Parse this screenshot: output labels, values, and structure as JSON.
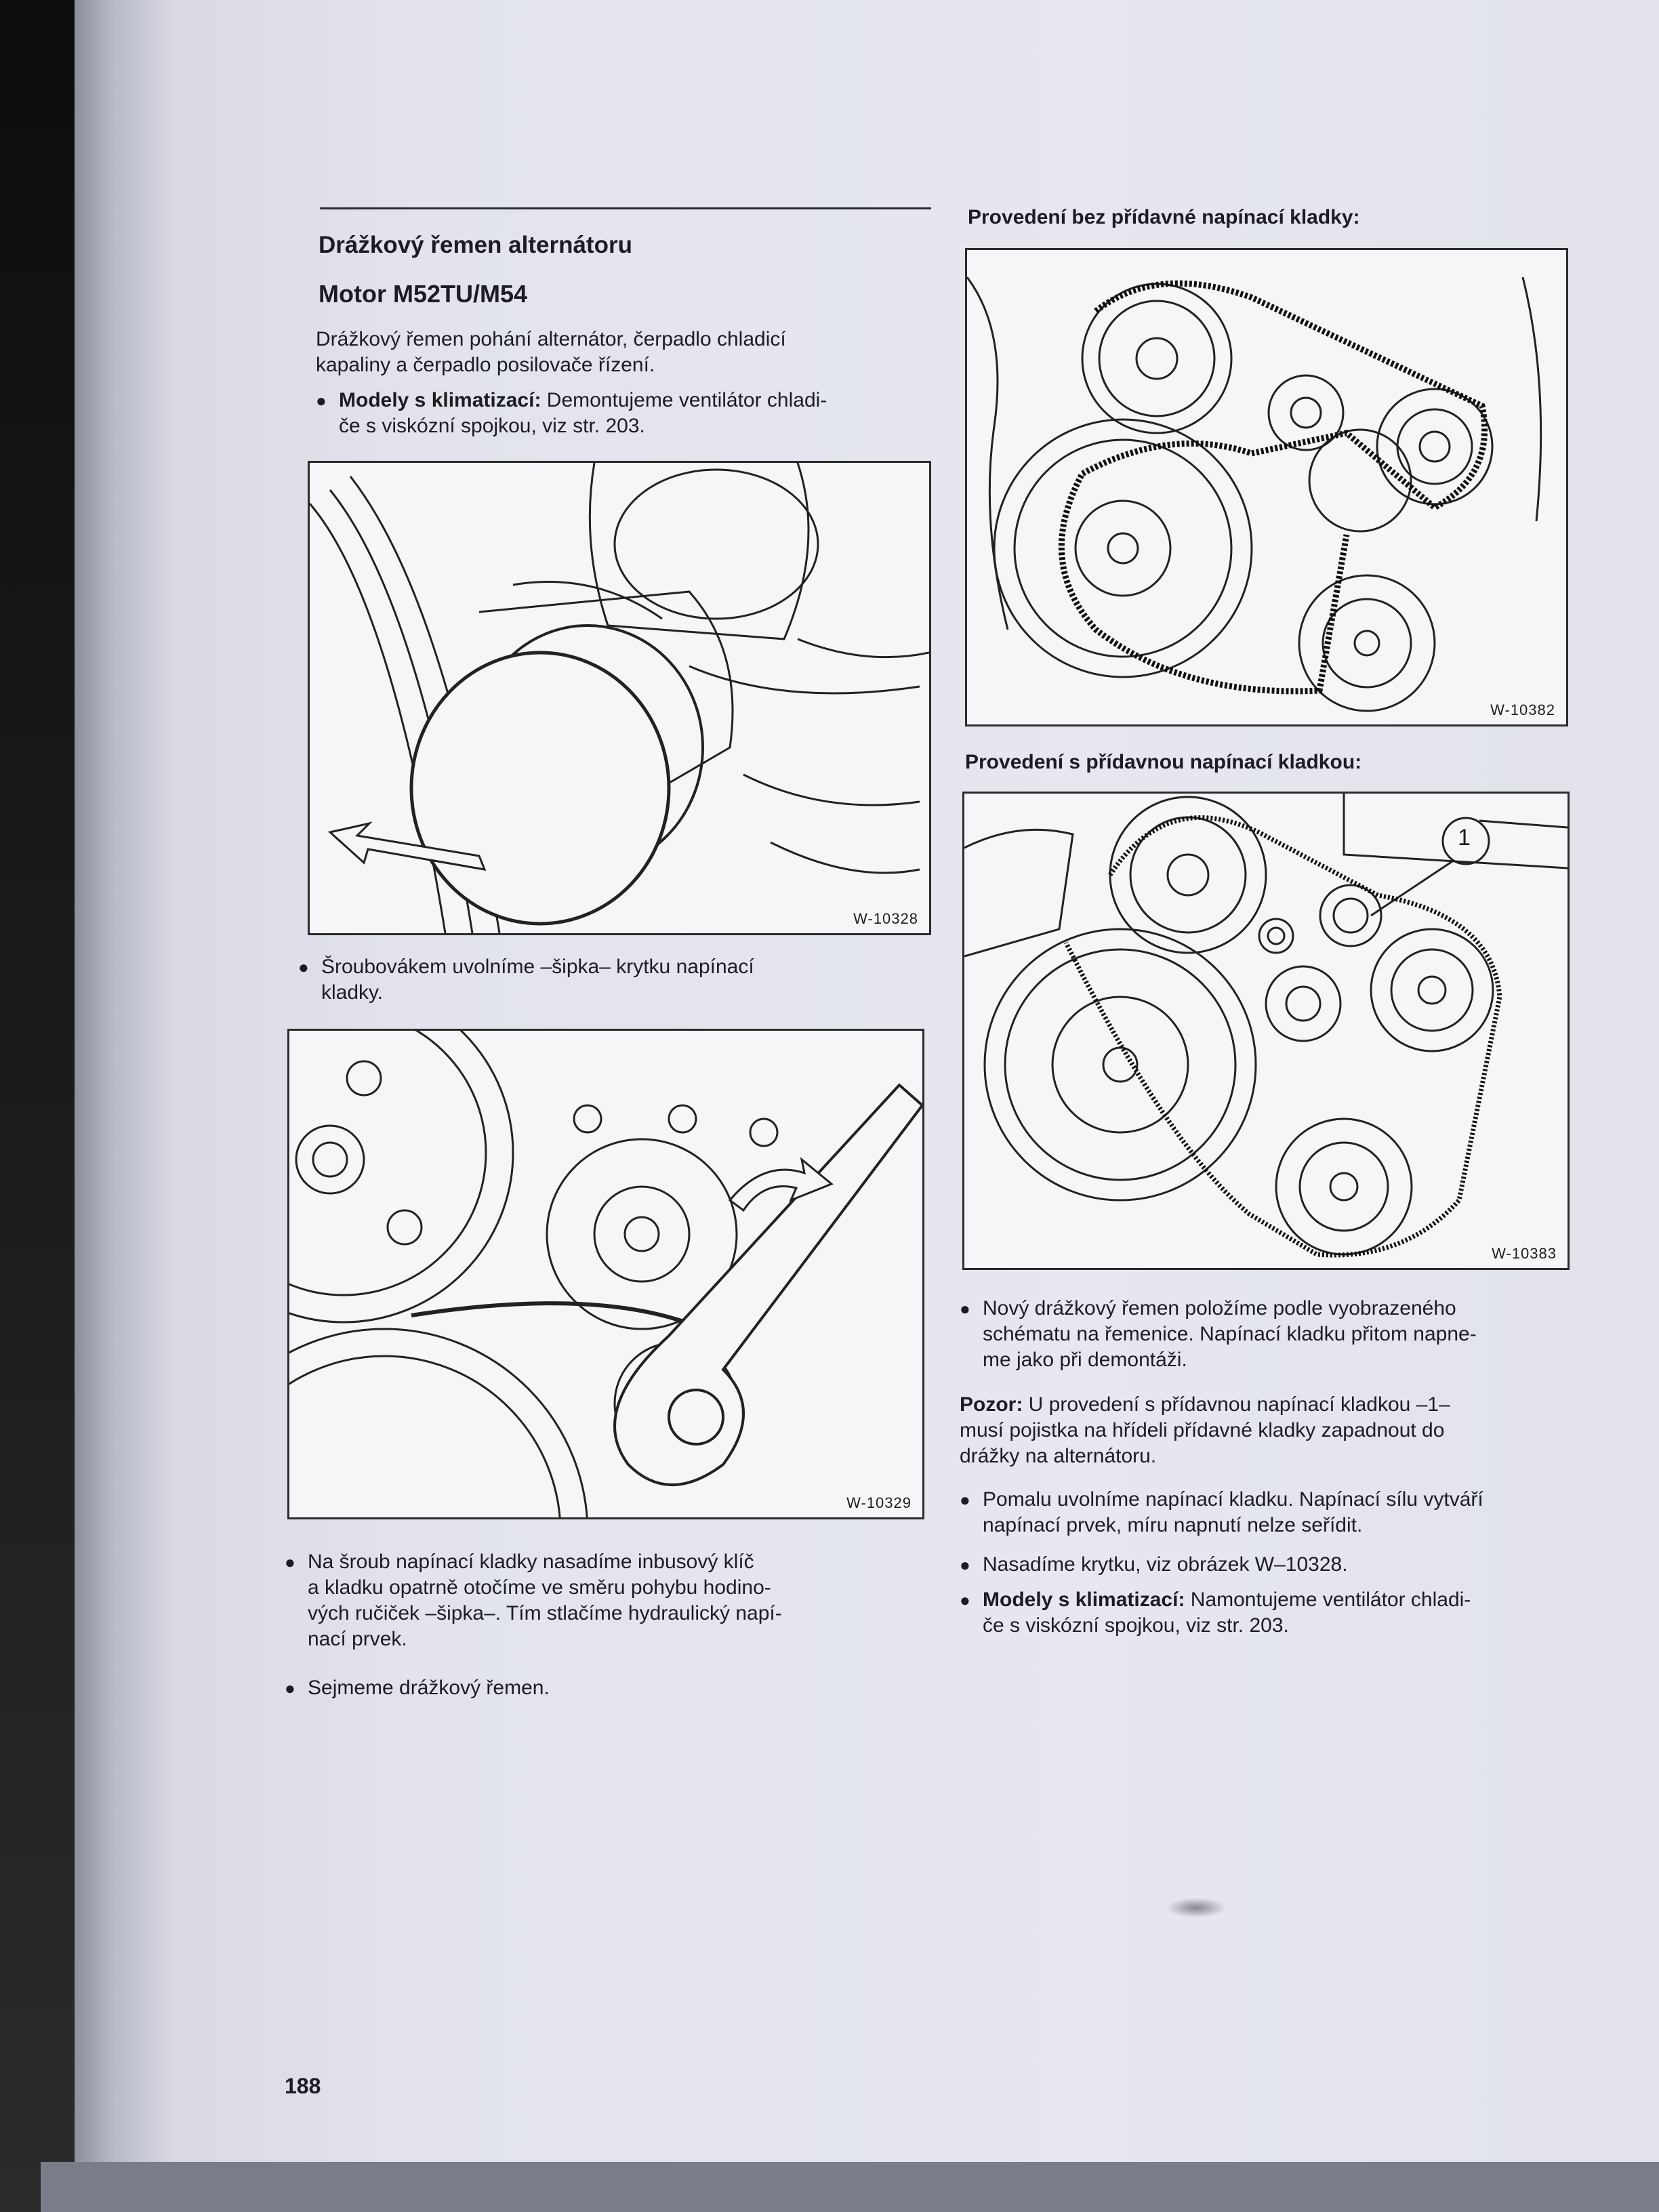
{
  "left": {
    "heading": "Drážkový řemen alternátoru",
    "subheading": "Motor M52TU/M54",
    "intro": "Drážkový řemen pohání alternátor, čerpadlo chladicí\nkapaliny a čerpadlo posilovače řízení.",
    "bullet1_bold": "Modely s klimatizací:",
    "bullet1_text": " Demontujeme ventilátor chladi-\nče s viskózní spojkou, viz str. 203.",
    "fig1_label": "W-10328",
    "bullet2": "Šroubovákem uvolníme –šipka– krytku napínací\nkladky.",
    "fig2_label": "W-10329",
    "bullet3": "Na šroub napínací kladky nasadíme inbusový klíč\na kladku opatrně otočíme ve směru pohybu hodino-\nvých ručiček –šipka–. Tím stlačíme hydraulický napí-\nnací prvek.",
    "bullet4": "Sejmeme drážkový řemen."
  },
  "right": {
    "caption1": "Provedení bez přídavné napínací kladky:",
    "fig3_label": "W-10382",
    "caption2": "Provedení s přídavnou napínací kladkou:",
    "fig4_label": "W-10383",
    "fig4_callout": "1",
    "bullet1": "Nový drážkový řemen položíme podle vyobrazeného\nschématu na řemenice. Napínací kladku přitom napne-\nme jako při demontáži.",
    "pozor_bold": "Pozor:",
    "pozor_text": " U provedení s přídavnou napínací kladkou –1–\nmusí pojistka na hřídeli přídavné kladky zapadnout do\ndrážky na alternátoru.",
    "bullet2": "Pomalu uvolníme napínací kladku. Napínací sílu vytváří\nnapínací prvek, míru napnutí nelze seřídit.",
    "bullet3": "Nasadíme krytku, viz obrázek W–10328.",
    "bullet4_bold": "Modely s klimatizací:",
    "bullet4_text": " Namontujeme ventilátor chladi-\nče s viskózní spojkou, viz str. 203."
  },
  "page_number": "188",
  "bullet_glyph": "●"
}
